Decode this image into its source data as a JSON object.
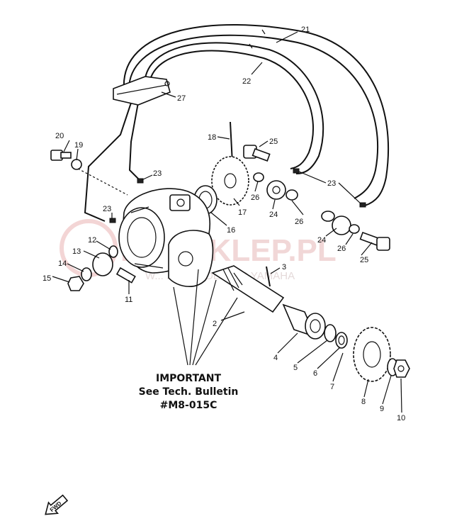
{
  "watermark": {
    "main": "IMA-SKLEP.PL",
    "sub": "W... ...WICZ DEALER YAMAHA"
  },
  "note": {
    "line1": "IMPORTANT",
    "line2": "See Tech. Bulletin",
    "line3": "#M8-015C"
  },
  "fwd_label": "FWD",
  "callouts": [
    "21",
    "22",
    "27",
    "18",
    "25",
    "20",
    "19",
    "23",
    "23",
    "17",
    "26",
    "24",
    "23",
    "16",
    "26",
    "12",
    "13",
    "24",
    "26",
    "25",
    "14",
    "15",
    "11",
    "3",
    "2",
    "4",
    "5",
    "6",
    "7",
    "8",
    "9",
    "10"
  ]
}
